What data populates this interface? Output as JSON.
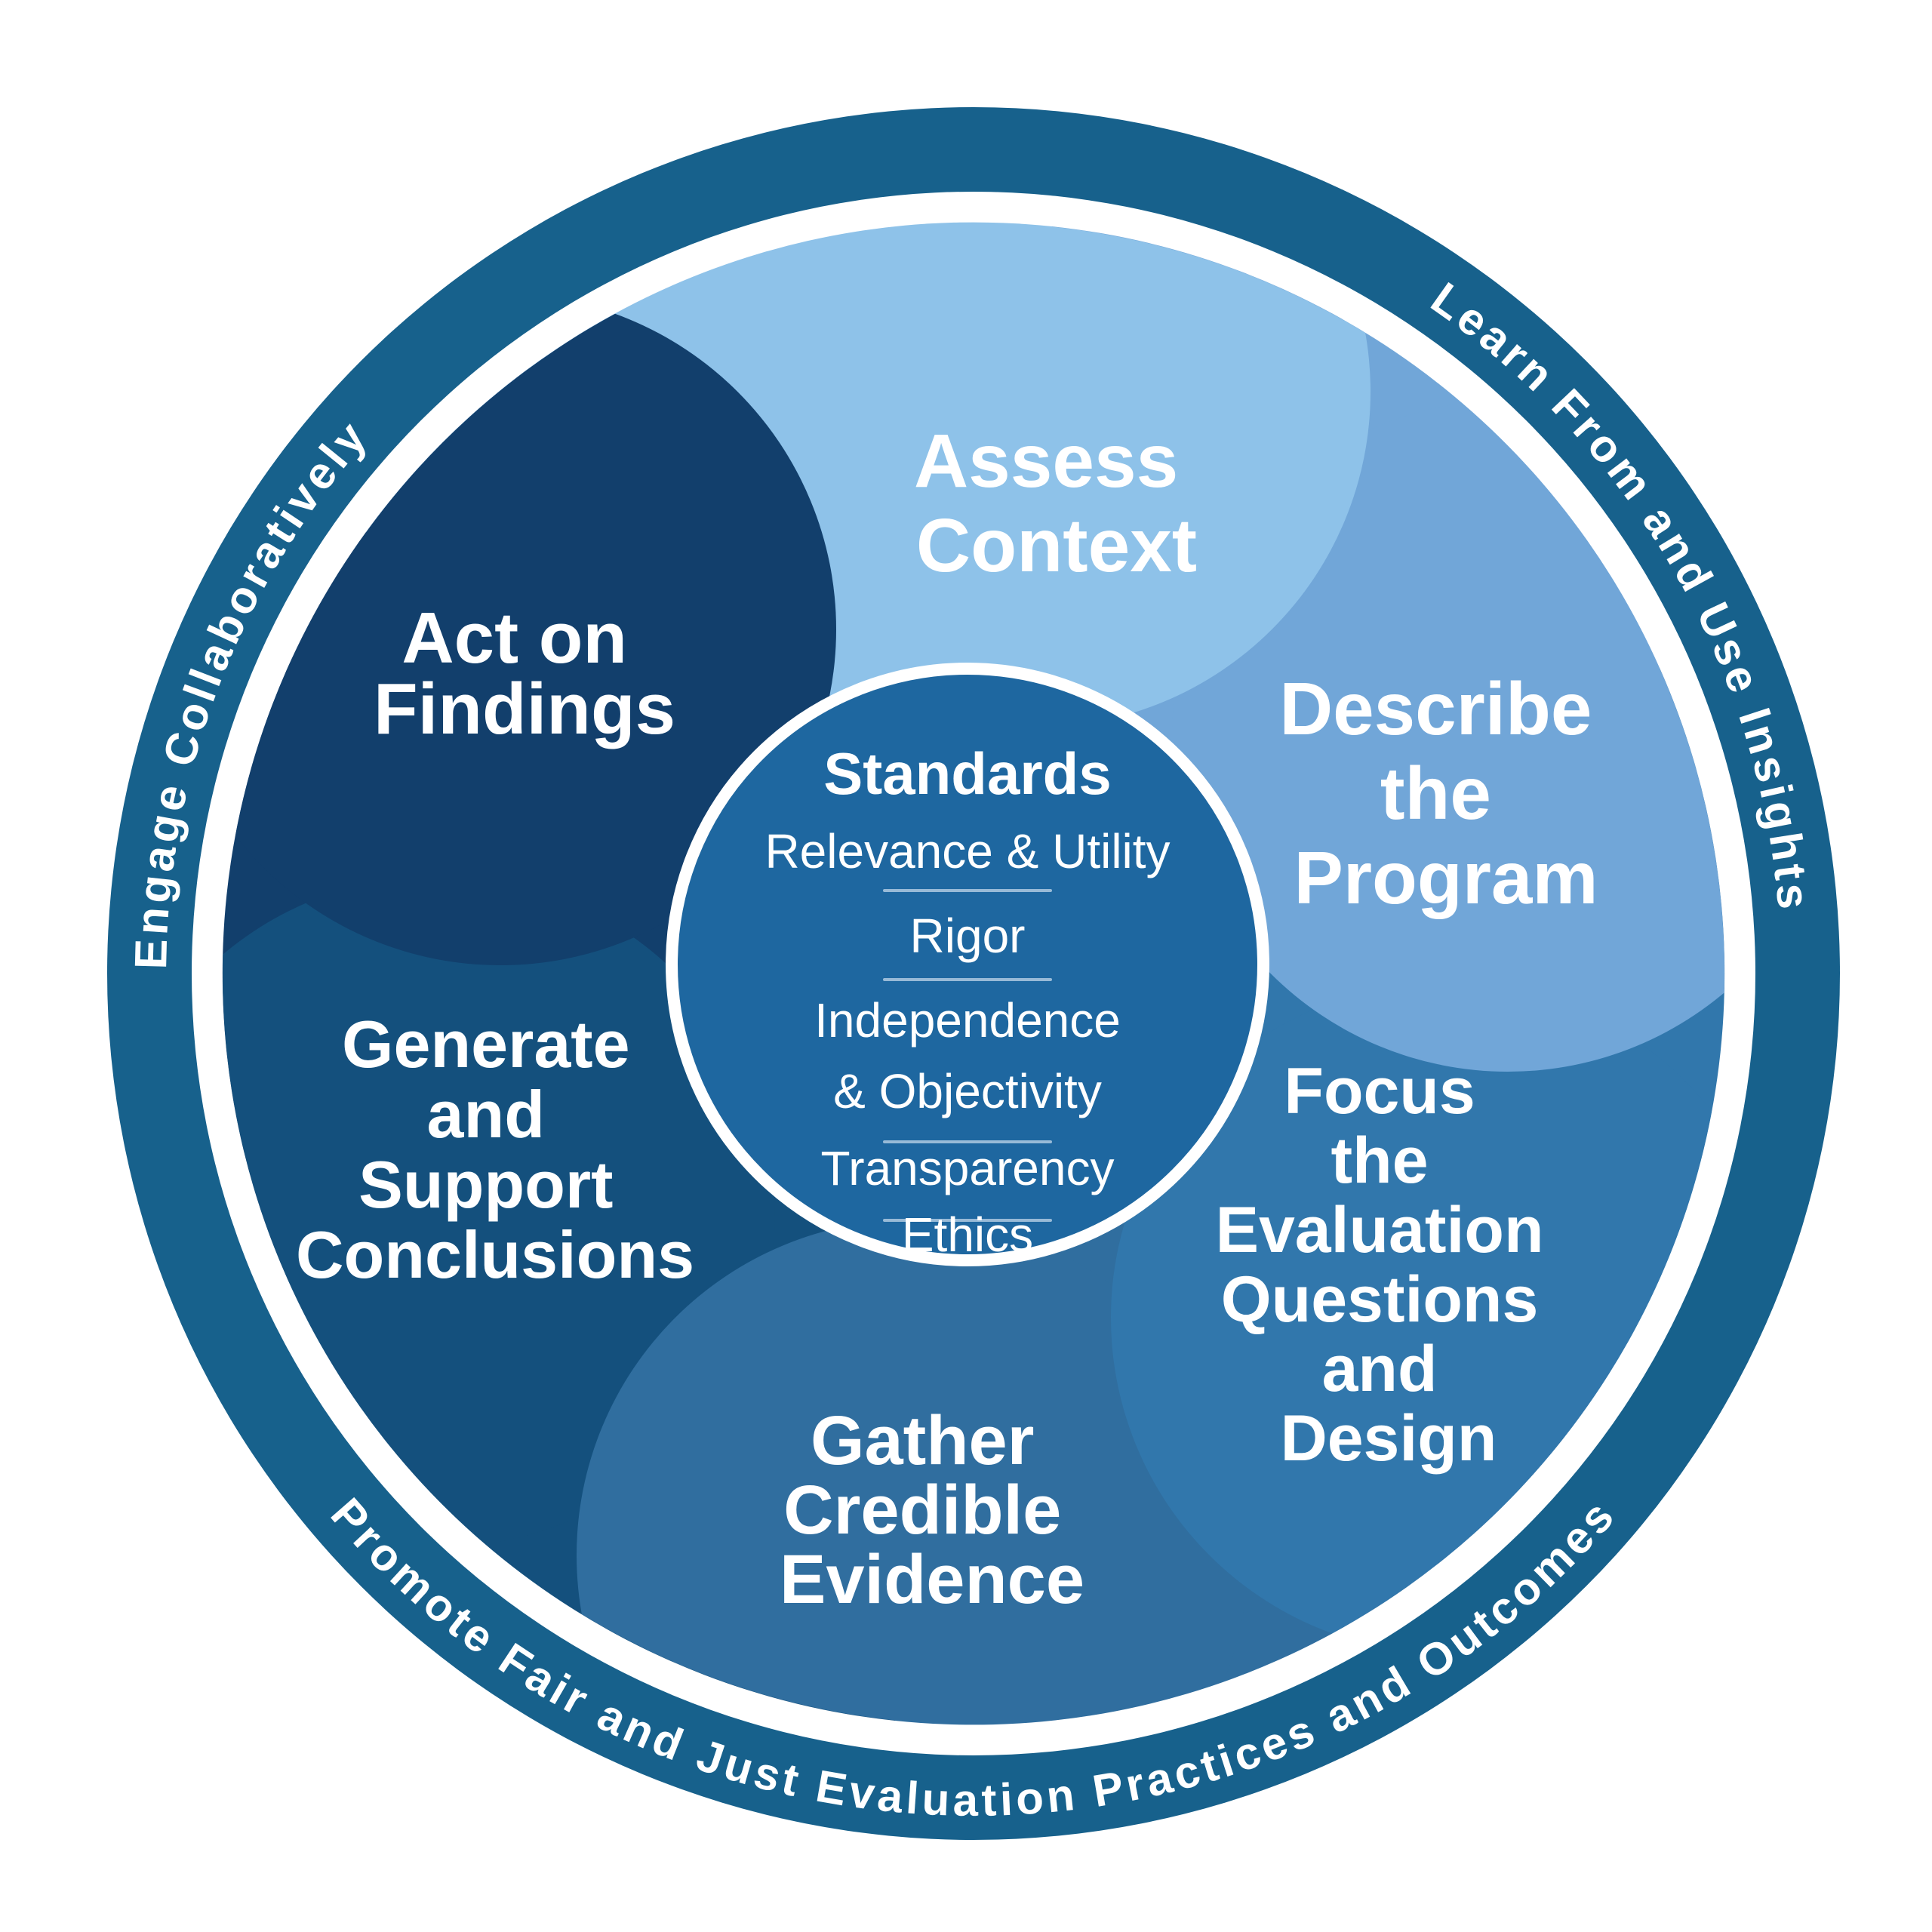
{
  "ring": {
    "color": "#17618C",
    "label_top_left": "Engage Collaboratively",
    "label_top_right": "Learn From and Use Insights",
    "label_bottom": "Promote Fair and Just Evaluation Practices and Outcomes",
    "text_color": "#FFFFFF"
  },
  "center": {
    "color": "#1E67A0",
    "border_color": "#FFFFFF",
    "divider_color": "#A5C3DD",
    "title": "Standards",
    "items": [
      "Relevance & Utility",
      "Rigor",
      "Independence & Objectivity",
      "Transparency",
      "Ethics"
    ],
    "lines": [
      "Relevance & Utility",
      "Rigor",
      "Independence",
      "& Objectivity",
      "Transparency",
      "Ethics"
    ]
  },
  "petals": [
    {
      "label": "Assess Context",
      "color": "#8EC2E9",
      "lines": [
        "Assess",
        "Context"
      ]
    },
    {
      "label": "Describe the Program",
      "color": "#71A6D8",
      "lines": [
        "Describe",
        "the",
        "Program"
      ]
    },
    {
      "label": "Focus the Evaluation Questions and Design",
      "color": "#3177AC",
      "lines": [
        "Focus",
        "the",
        "Evaluation",
        "Questions",
        "and",
        "Design"
      ]
    },
    {
      "label": "Gather Credible Evidence",
      "color": "#306E9F",
      "lines": [
        "Gather",
        "Credible",
        "Evidence"
      ]
    },
    {
      "label": "Generate and Support Conclusions",
      "color": "#14507D",
      "lines": [
        "Generate",
        "and",
        "Support",
        "Conclusions"
      ]
    },
    {
      "label": "Act on Findings",
      "color": "#123F6C",
      "lines": [
        "Act on",
        "Findings"
      ]
    }
  ]
}
